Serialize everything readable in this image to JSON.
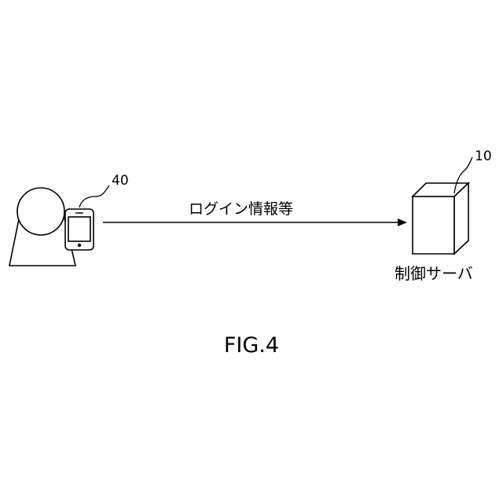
{
  "diagram": {
    "user_device_ref": "40",
    "server_ref": "10",
    "message_label": "ログイン情報等",
    "server_label": "制御サーバ",
    "figure_caption": "FIG.4"
  }
}
